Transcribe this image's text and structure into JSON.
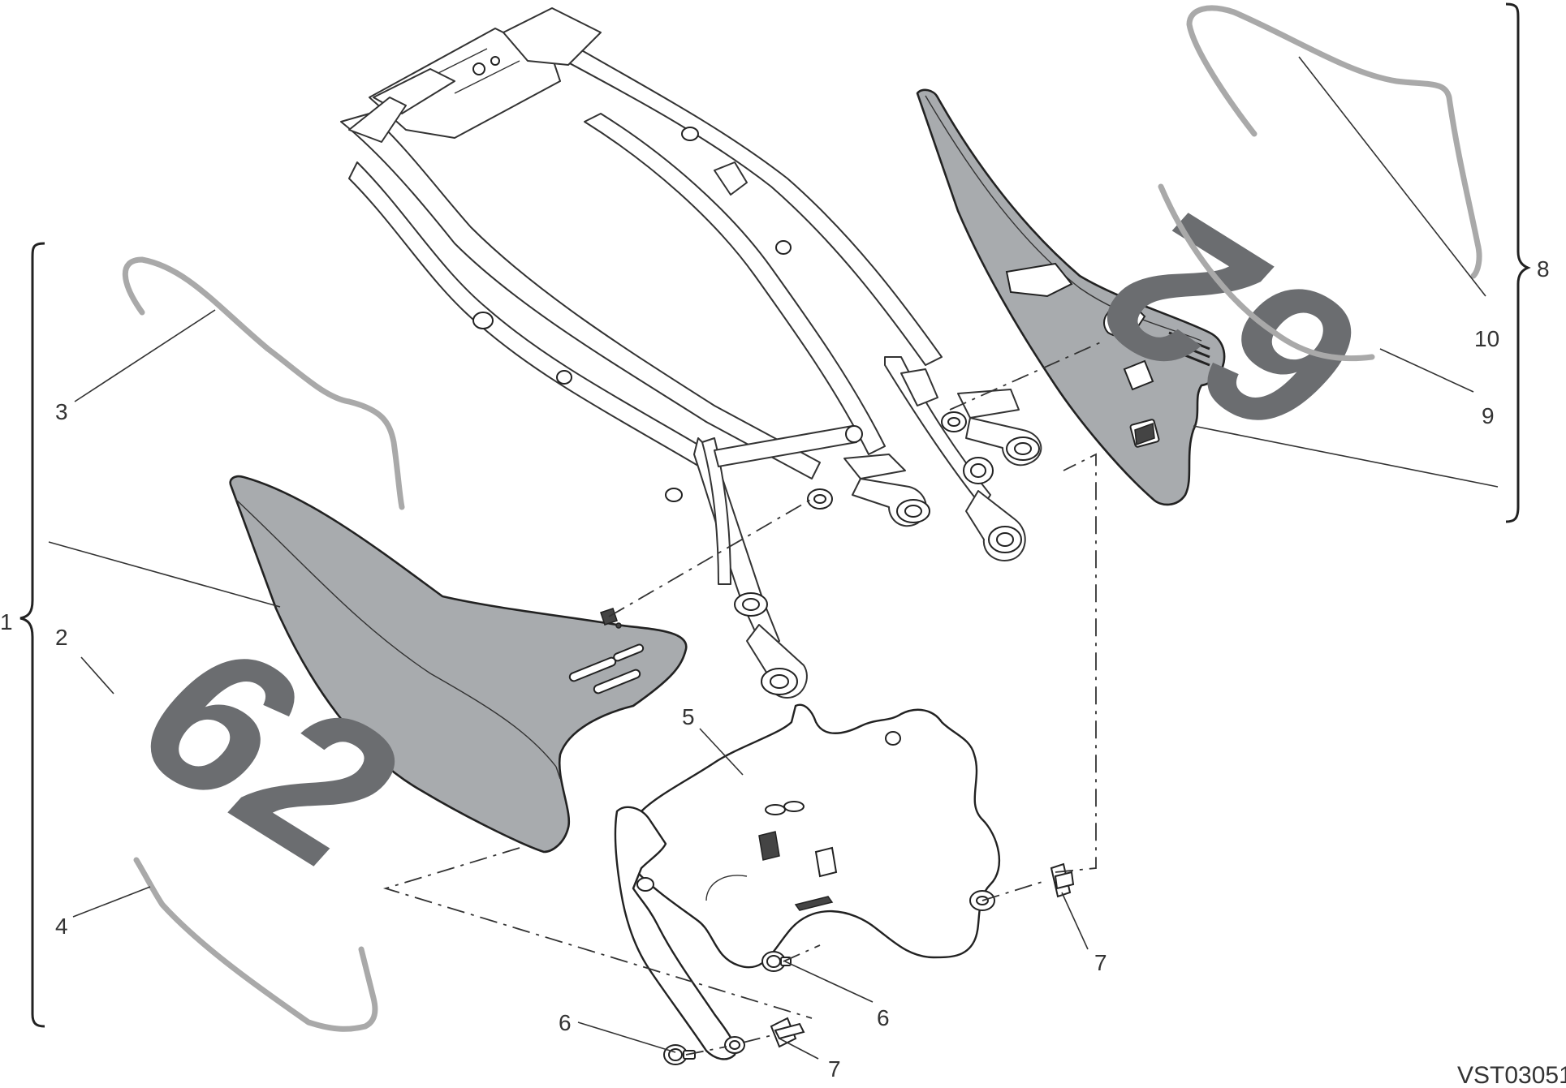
{
  "diagram": {
    "drawing_code": "VST03051",
    "callouts": [
      {
        "id": "c1",
        "label": "1"
      },
      {
        "id": "c2",
        "label": "2"
      },
      {
        "id": "c3",
        "label": "3"
      },
      {
        "id": "c4",
        "label": "4"
      },
      {
        "id": "c5",
        "label": "5"
      },
      {
        "id": "c6a",
        "label": "6"
      },
      {
        "id": "c6b",
        "label": "6"
      },
      {
        "id": "c7a",
        "label": "7"
      },
      {
        "id": "c7b",
        "label": "7"
      },
      {
        "id": "c8",
        "label": "8"
      },
      {
        "id": "c9",
        "label": "9"
      },
      {
        "id": "c10",
        "label": "10"
      }
    ],
    "decal_left_number": "62",
    "decal_right_number": "62",
    "colors": {
      "panel_fill": "#a8abae",
      "decal_stripe": "#a9a9a9",
      "decal_number": "#6b6d70",
      "line": "#333333"
    }
  }
}
